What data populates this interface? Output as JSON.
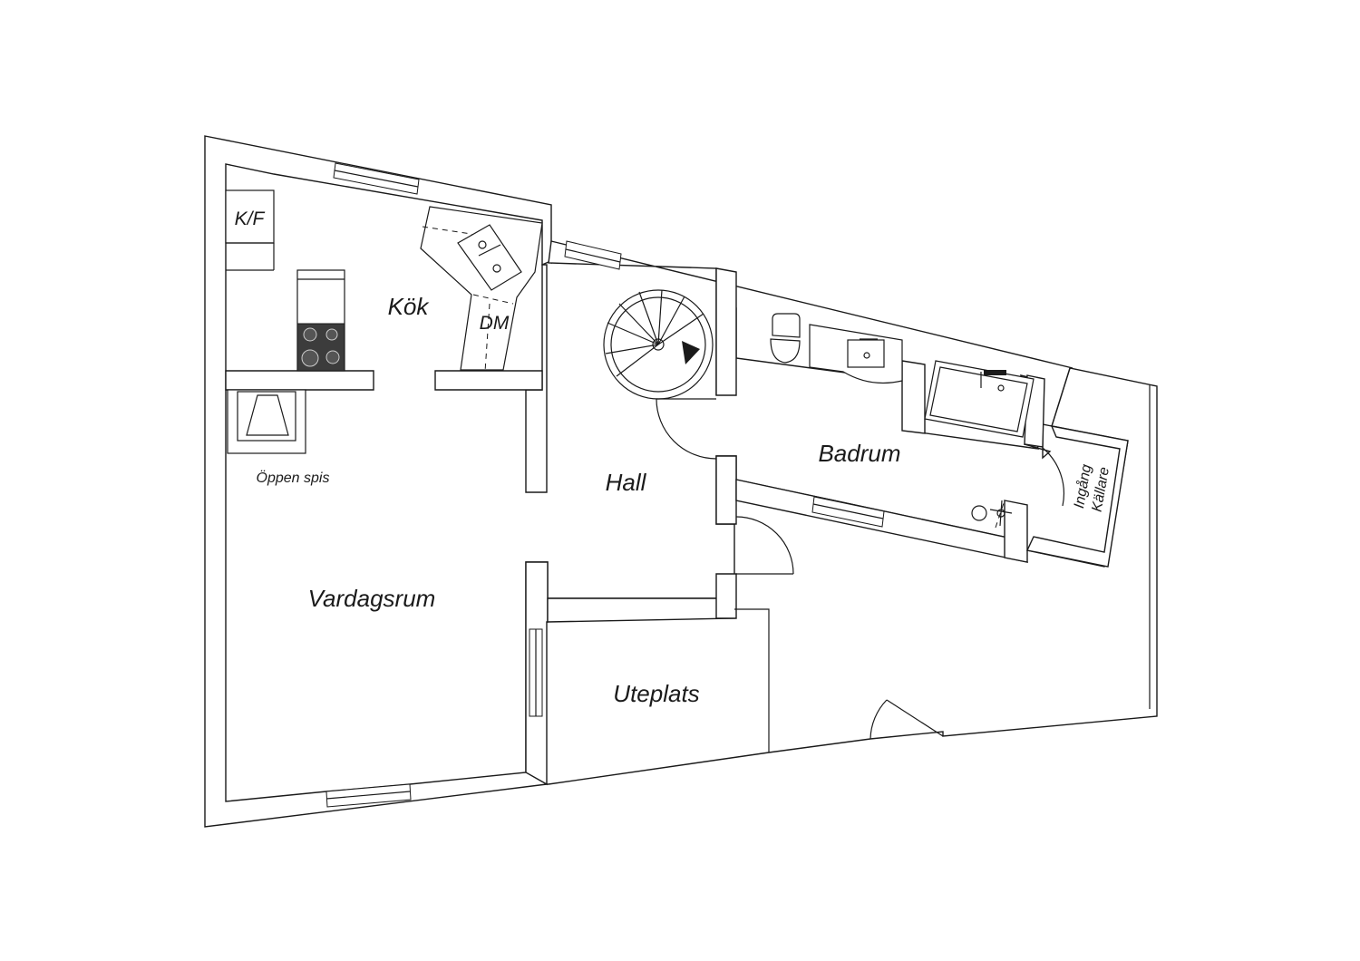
{
  "plan": {
    "rooms": {
      "kitchen": "Kök",
      "hall": "Hall",
      "bathroom": "Badrum",
      "living_room": "Vardagsrum",
      "patio": "Uteplats"
    },
    "fixtures": {
      "fridge_freezer": "K/F",
      "dishwasher": "DM",
      "fireplace": "Öppen spis",
      "cellar_entrance_line1": "Ingång",
      "cellar_entrance_line2": "Källare"
    },
    "colors": {
      "line": "#1a1a1a",
      "stove": "#3c3c3c",
      "background": "#ffffff"
    }
  }
}
